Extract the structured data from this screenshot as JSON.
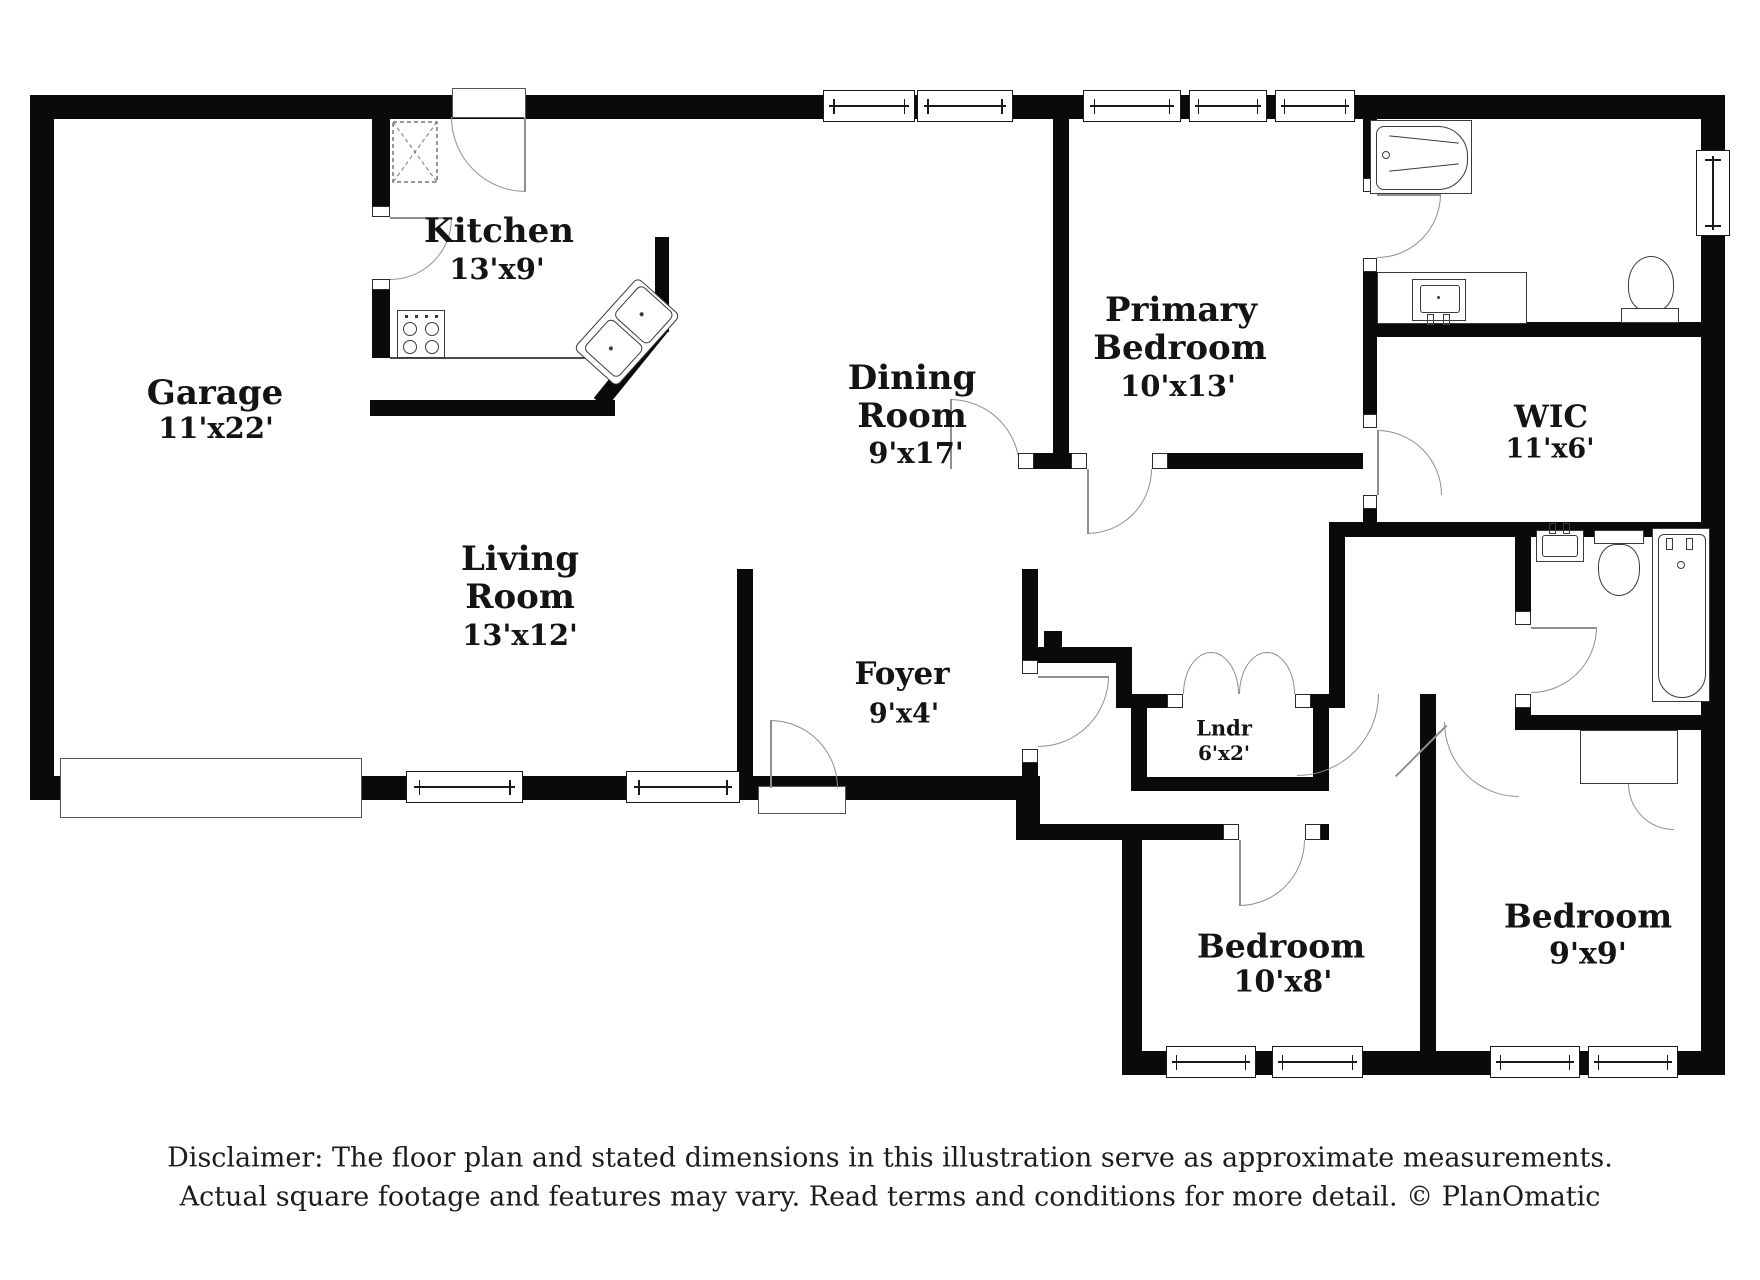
{
  "rooms": {
    "garage": {
      "lines": [
        "Garage",
        "11'x22'"
      ]
    },
    "kitchen": {
      "lines": [
        "Kitchen",
        "13'x9'"
      ]
    },
    "dining": {
      "lines": [
        "Dining",
        "Room",
        "9'x17'"
      ]
    },
    "living": {
      "lines": [
        "Living",
        "Room",
        "13'x12'"
      ]
    },
    "foyer": {
      "lines": [
        "Foyer",
        "9'x4'"
      ]
    },
    "primary": {
      "lines": [
        "Primary",
        "Bedroom",
        "10'x13'"
      ]
    },
    "wic": {
      "lines": [
        "WIC",
        "11'x6'"
      ]
    },
    "laundry": {
      "lines": [
        "Lndr",
        "6'x2'"
      ]
    },
    "bedroom10x8": {
      "lines": [
        "Bedroom",
        "10'x8'"
      ]
    },
    "bedroom9x9": {
      "lines": [
        "Bedroom",
        "9'x9'"
      ]
    }
  },
  "disclaimer": {
    "line1": "Disclaimer: The floor plan and stated dimensions in this illustration serve as approximate measurements.",
    "line2": "Actual square footage and features may vary. Read terms and conditions for more detail. © PlanOmatic"
  },
  "colors": {
    "wall": "#0a0a0a",
    "fixture_line": "#4a4a4a",
    "door_arc": "#8f8f8f",
    "text": "#141414",
    "background": "#ffffff"
  },
  "icons": [
    "bathtub-icon",
    "toilet-icon",
    "sink-icon",
    "double-sink-icon",
    "stove-icon",
    "water-heater-icon",
    "garage-door-icon",
    "window-icon",
    "door-arc-icon",
    "bifold-door-icon"
  ]
}
